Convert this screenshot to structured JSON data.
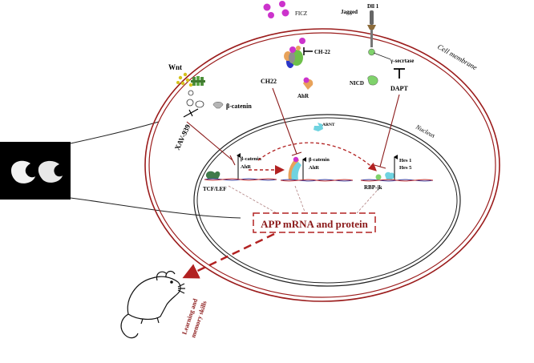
{
  "labels": {
    "ficz": "FICZ",
    "jagged": "Jagged",
    "dll1": "Dll 1",
    "ch22_top": "CH-22",
    "cell_membrane": "Cell membrane",
    "gamma_secretase": "γ-secrtase",
    "wnt": "Wnt",
    "beta_catenin": "β-catenin",
    "ch22_mid": "CH22",
    "ahr_cyto": "AhR",
    "nicd": "NICD",
    "dapt": "DAPT",
    "xav939": "XAV-939",
    "arnt": "ARNT",
    "nucleus": "Nucleus",
    "box1_line1": "β-catenin",
    "box1_line2": "AhR",
    "box2_line1": "β-catenin",
    "box2_line2": "AhR",
    "hes1": "Hes 1",
    "hes5": "Hes 5",
    "tcf_lef": "TCF/LEF",
    "rbp_jk": "RBP-jk",
    "app_box": "APP mRNA and protein",
    "learning_line1": "Learning and",
    "learning_line2": "memory skills"
  },
  "colors": {
    "membrane": "#9b1c1c",
    "inhibitor_line": "#8b1a1a",
    "dashed_red": "#b22222",
    "ligand_magenta": "#cc33cc",
    "wnt_yellow": "#d4c21c",
    "notch_green": "#7fd26b",
    "arnt_cyan": "#6fd3e0",
    "ahr_orange": "#e8a25a",
    "dna_blue": "#3a3a9a",
    "dna_red": "#c03030"
  }
}
